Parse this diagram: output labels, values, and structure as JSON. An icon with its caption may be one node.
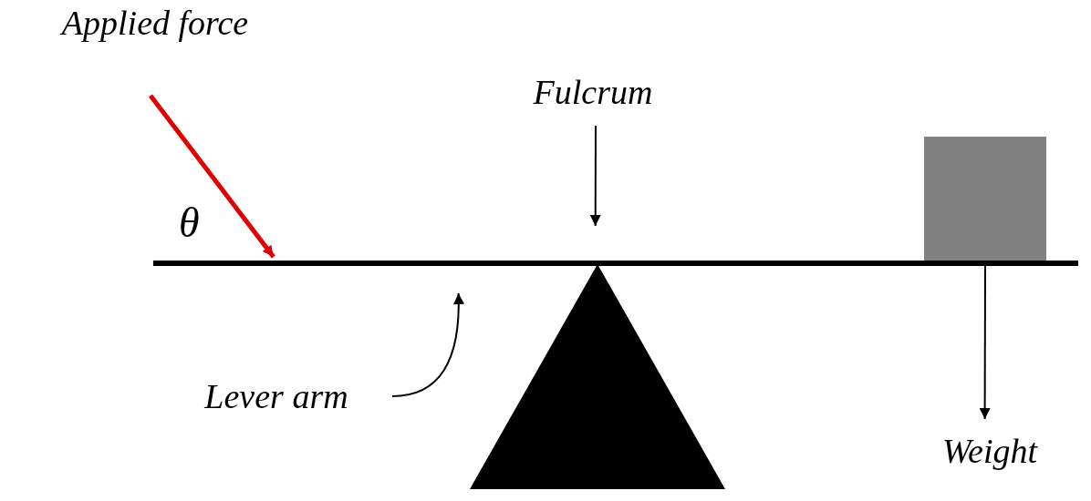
{
  "diagram": {
    "nodes": [
      {
        "text": [
          "Applied force"
        ]
      },
      {
        "text": [],
        "shape": "bar"
      },
      {
        "text": [
          "Fulcrum"
        ]
      },
      {
        "text": [],
        "shape": "triangle"
      },
      {
        "text": [
          "Lever arm"
        ]
      },
      {
        "text": [],
        "shape": "box"
      },
      {
        "text": [
          "Weight"
        ]
      }
    ],
    "edges": [
      {
        "from": 0,
        "to": 1,
        "arrow": "to",
        "style": "thick",
        "color": "#e00000"
      },
      {
        "from": 2,
        "to": 1,
        "arrow": "to"
      },
      {
        "from": 4,
        "to": 1,
        "arrow": "to"
      },
      {
        "from": 5,
        "to": 6,
        "arrow": "to"
      }
    ],
    "labels": [
      "θ"
    ]
  }
}
